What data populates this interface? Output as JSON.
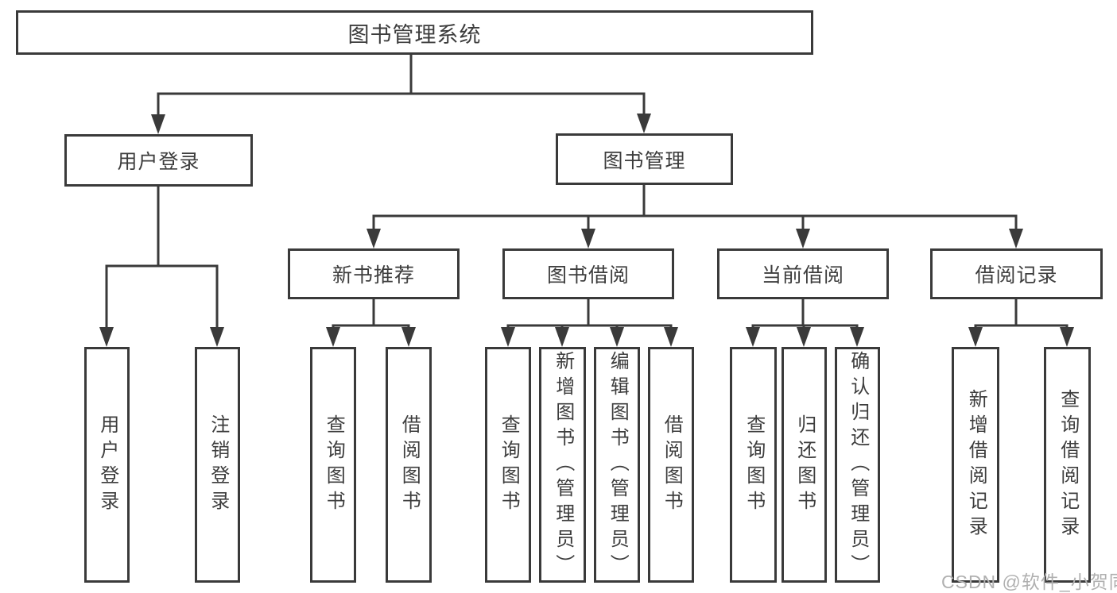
{
  "diagram": {
    "root": {
      "label": "图书管理系统"
    },
    "branches": [
      {
        "label": "用户登录",
        "children": [
          {
            "label": "用户登录"
          },
          {
            "label": "注销登录"
          }
        ]
      },
      {
        "label": "图书管理",
        "children": [
          {
            "label": "新书推荐",
            "children": [
              {
                "label": "查询图书"
              },
              {
                "label": "借阅图书"
              }
            ]
          },
          {
            "label": "图书借阅",
            "children": [
              {
                "label": "查询图书"
              },
              {
                "label": "新增图书（管理员）"
              },
              {
                "label": "编辑图书（管理员）"
              },
              {
                "label": "借阅图书"
              }
            ]
          },
          {
            "label": "当前借阅",
            "children": [
              {
                "label": "查询图书"
              },
              {
                "label": "归还图书"
              },
              {
                "label": "确认归还（管理员）"
              }
            ]
          },
          {
            "label": "借阅记录",
            "children": [
              {
                "label": "新增借阅记录"
              },
              {
                "label": "查询借阅记录"
              }
            ]
          }
        ]
      }
    ]
  },
  "watermark": {
    "text": "CSDN @软件_小贺同学"
  },
  "colors": {
    "line": "#3a3a3a",
    "text": "#3d3d3d",
    "background": "#ffffff",
    "watermark": "#b0b0b0"
  }
}
